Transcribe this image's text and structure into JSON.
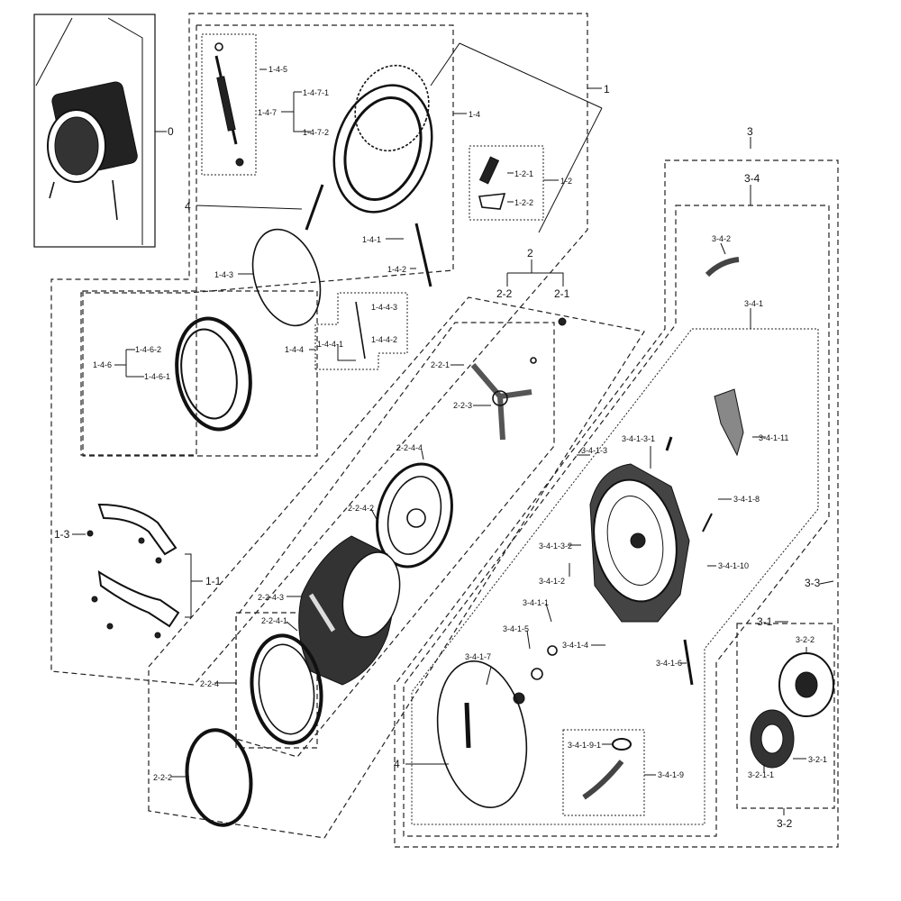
{
  "labels": {
    "l_0": "0",
    "l_1": "1",
    "l_1_4": "1-4",
    "l_1_4_5": "1-4-5",
    "l_1_4_7": "1-4-7",
    "l_1_4_7_1": "1-4-7-1",
    "l_1_4_7_2": "1-4-7-2",
    "l_1_2": "1-2",
    "l_1_2_1": "1-2-1",
    "l_1_2_2": "1-2-2",
    "l_4a": "4",
    "l_1_4_1": "1-4-1",
    "l_1_4_2": "1-4-2",
    "l_1_4_3": "1-4-3",
    "l_1_4_4": "1-4-4",
    "l_1_4_4_1": "1-4-4-1",
    "l_1_4_4_2": "1-4-4-2",
    "l_1_4_4_3": "1-4-4-3",
    "l_1_4_6": "1-4-6",
    "l_1_4_6_1": "1-4-6-1",
    "l_1_4_6_2": "1-4-6-2",
    "l_1_3": "1-3",
    "l_1_1": "1-1",
    "l_2": "2",
    "l_2_1": "2-1",
    "l_2_2": "2-2",
    "l_2_2_1": "2-2-1",
    "l_2_2_3": "2-2-3",
    "l_2_2_4_4": "2-2-4-4",
    "l_2_2_4_2": "2-2-4-2",
    "l_2_2_4_3": "2-2-4-3",
    "l_2_2_4_1": "2-2-4-1",
    "l_2_2_4": "2-2-4",
    "l_2_2_2": "2-2-2",
    "l_3": "3",
    "l_3_4": "3-4",
    "l_3_4_2": "3-4-2",
    "l_3_4_1": "3-4-1",
    "l_3_4_1_11": "3-4-1-11",
    "l_3_4_1_3": "3-4-1-3",
    "l_3_4_1_3_1": "3-4-1-3-1",
    "l_3_4_1_8": "3-4-1-8",
    "l_3_4_1_3_2": "3-4-1-3-2",
    "l_3_4_1_10": "3-4-1-10",
    "l_3_4_1_2": "3-4-1-2",
    "l_3_4_1_1": "3-4-1-1",
    "l_3_4_1_5": "3-4-1-5",
    "l_3_4_1_4": "3-4-1-4",
    "l_3_4_1_6": "3-4-1-6",
    "l_3_4_1_7": "3-4-1-7",
    "l_3_4_1_9_1": "3-4-1-9-1",
    "l_3_4_1_9": "3-4-1-9",
    "l_4b": "4",
    "l_3_3": "3-3",
    "l_3_1": "3-1",
    "l_3_2_2": "3-2-2",
    "l_3_2_1": "3-2-1",
    "l_3_2_1_1": "3-2-1-1",
    "l_3_2": "3-2"
  }
}
